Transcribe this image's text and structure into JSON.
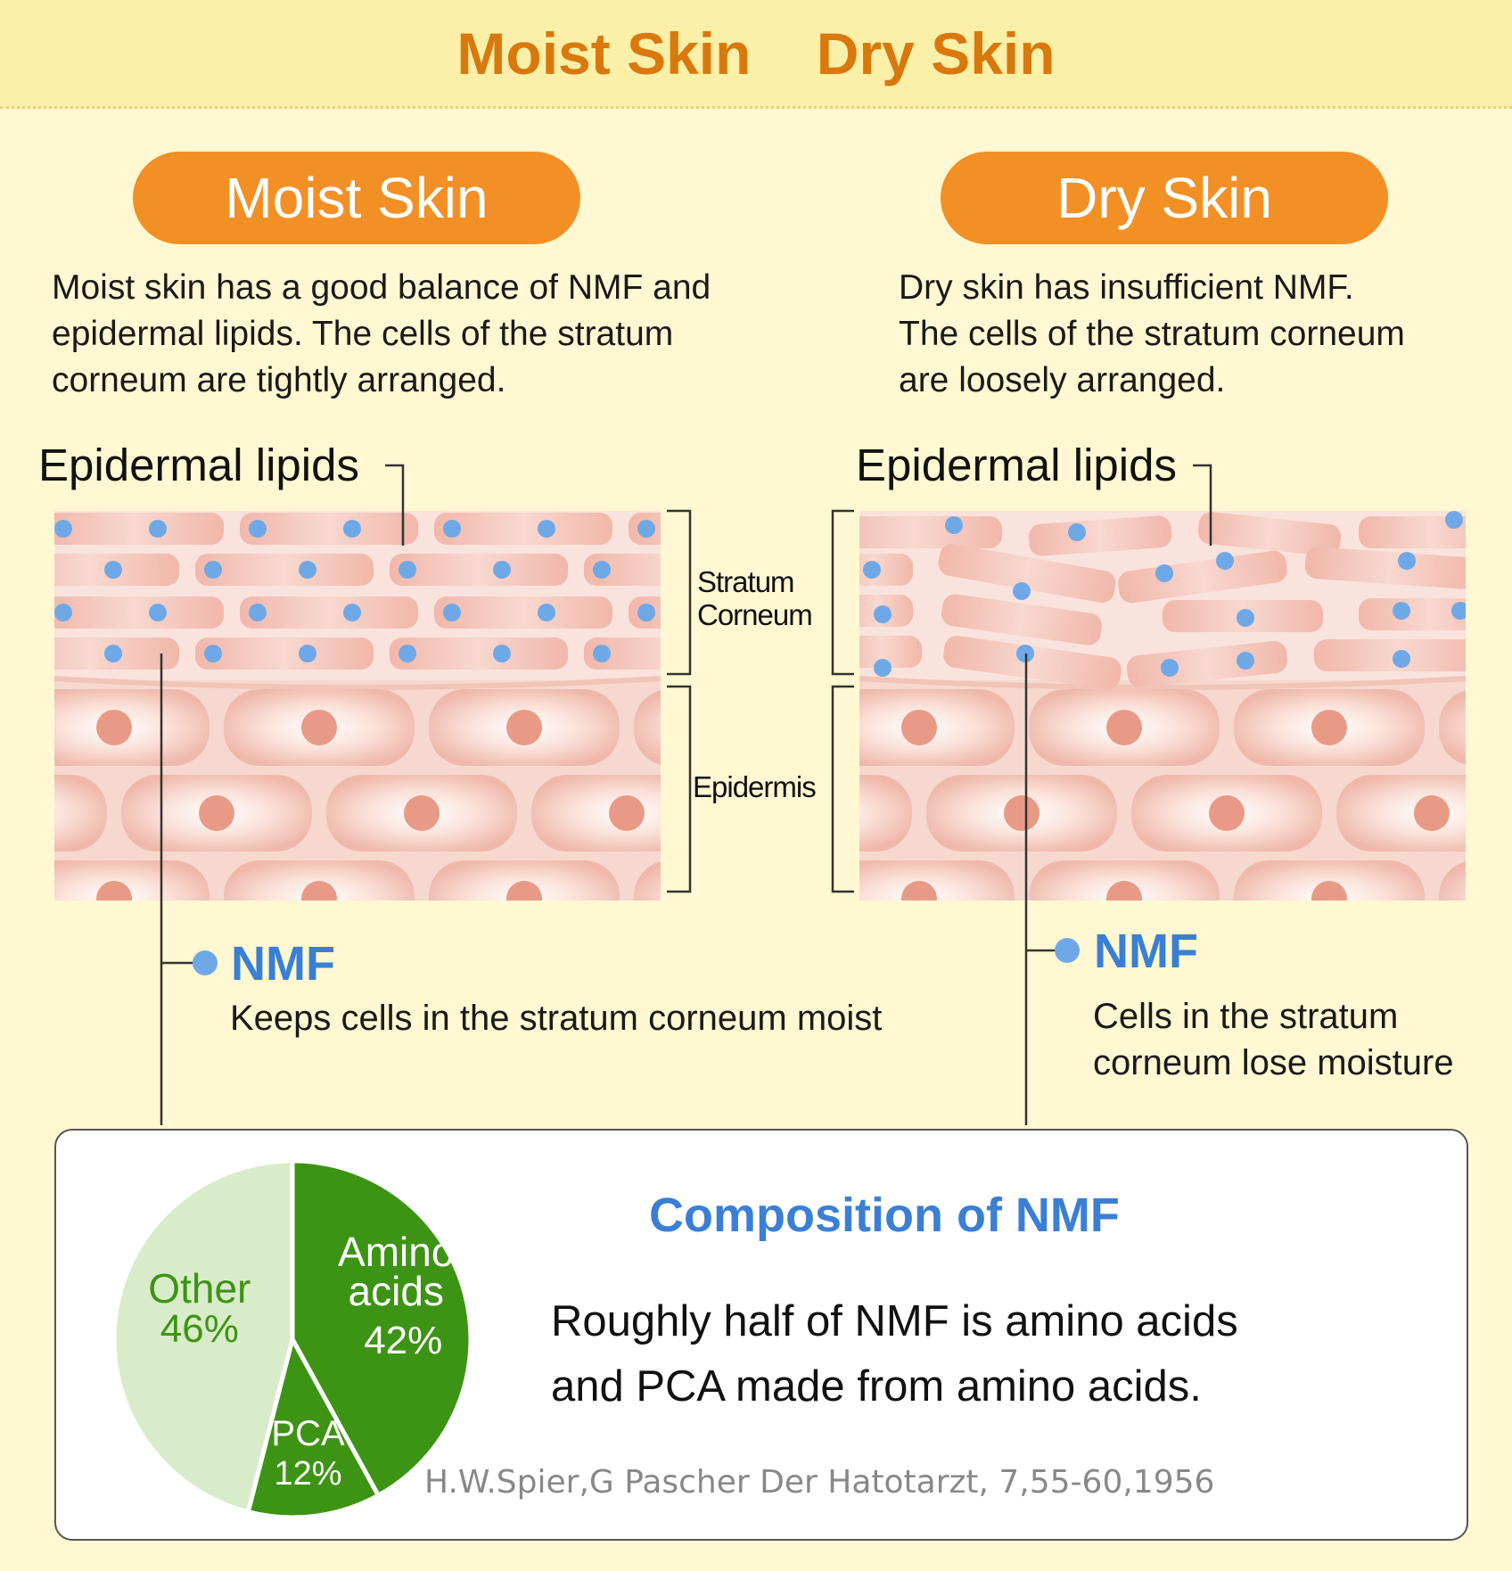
{
  "header": {
    "title": "Moist Skin    Dry Skin"
  },
  "moist": {
    "pill": "Moist Skin",
    "desc": [
      "Moist skin has a good balance of NMF and",
      "epidermal lipids. The cells of the stratum",
      "corneum are tightly arranged."
    ],
    "lipids_label": "Epidermal lipids",
    "nmf_title": "NMF",
    "nmf_text": [
      "Keeps cells in the stratum corneum moist"
    ]
  },
  "dry": {
    "pill": "Dry Skin",
    "desc": [
      "Dry skin has insufficient NMF.",
      "The cells of the stratum corneum",
      "are loosely arranged."
    ],
    "lipids_label": "Epidermal lipids",
    "nmf_title": "NMF",
    "nmf_text": [
      "Cells in the stratum",
      "corneum lose moisture"
    ]
  },
  "layers": {
    "stratum": [
      "Stratum",
      "Corneum"
    ],
    "epidermis": "Epidermis"
  },
  "composition": {
    "title": "Composition of NMF",
    "text": [
      "Roughly half of NMF is amino acids",
      "and PCA made from amino acids."
    ],
    "citation": "H.W.Spier,G Pascher Der Hatotarzt, 7,55-60,1956"
  },
  "chart_data": {
    "type": "pie",
    "slices": [
      {
        "label": [
          "Amino",
          "acids"
        ],
        "value": 42,
        "text": "42%",
        "color": "#3d9414"
      },
      {
        "label": [
          "PCA"
        ],
        "value": 12,
        "text": "12%",
        "color": "#3d9414"
      },
      {
        "label": [
          "Other"
        ],
        "value": 46,
        "text": "46%",
        "color": "#d9ecca"
      }
    ],
    "colors": {
      "dark_label": "#ffffff",
      "light_label": "#3d9414"
    }
  },
  "colors": {
    "accent_orange": "#f39025",
    "title_orange": "#d9780d",
    "nmf_blue": "#3a7fd5",
    "skin_pink": "#efb5a8"
  }
}
